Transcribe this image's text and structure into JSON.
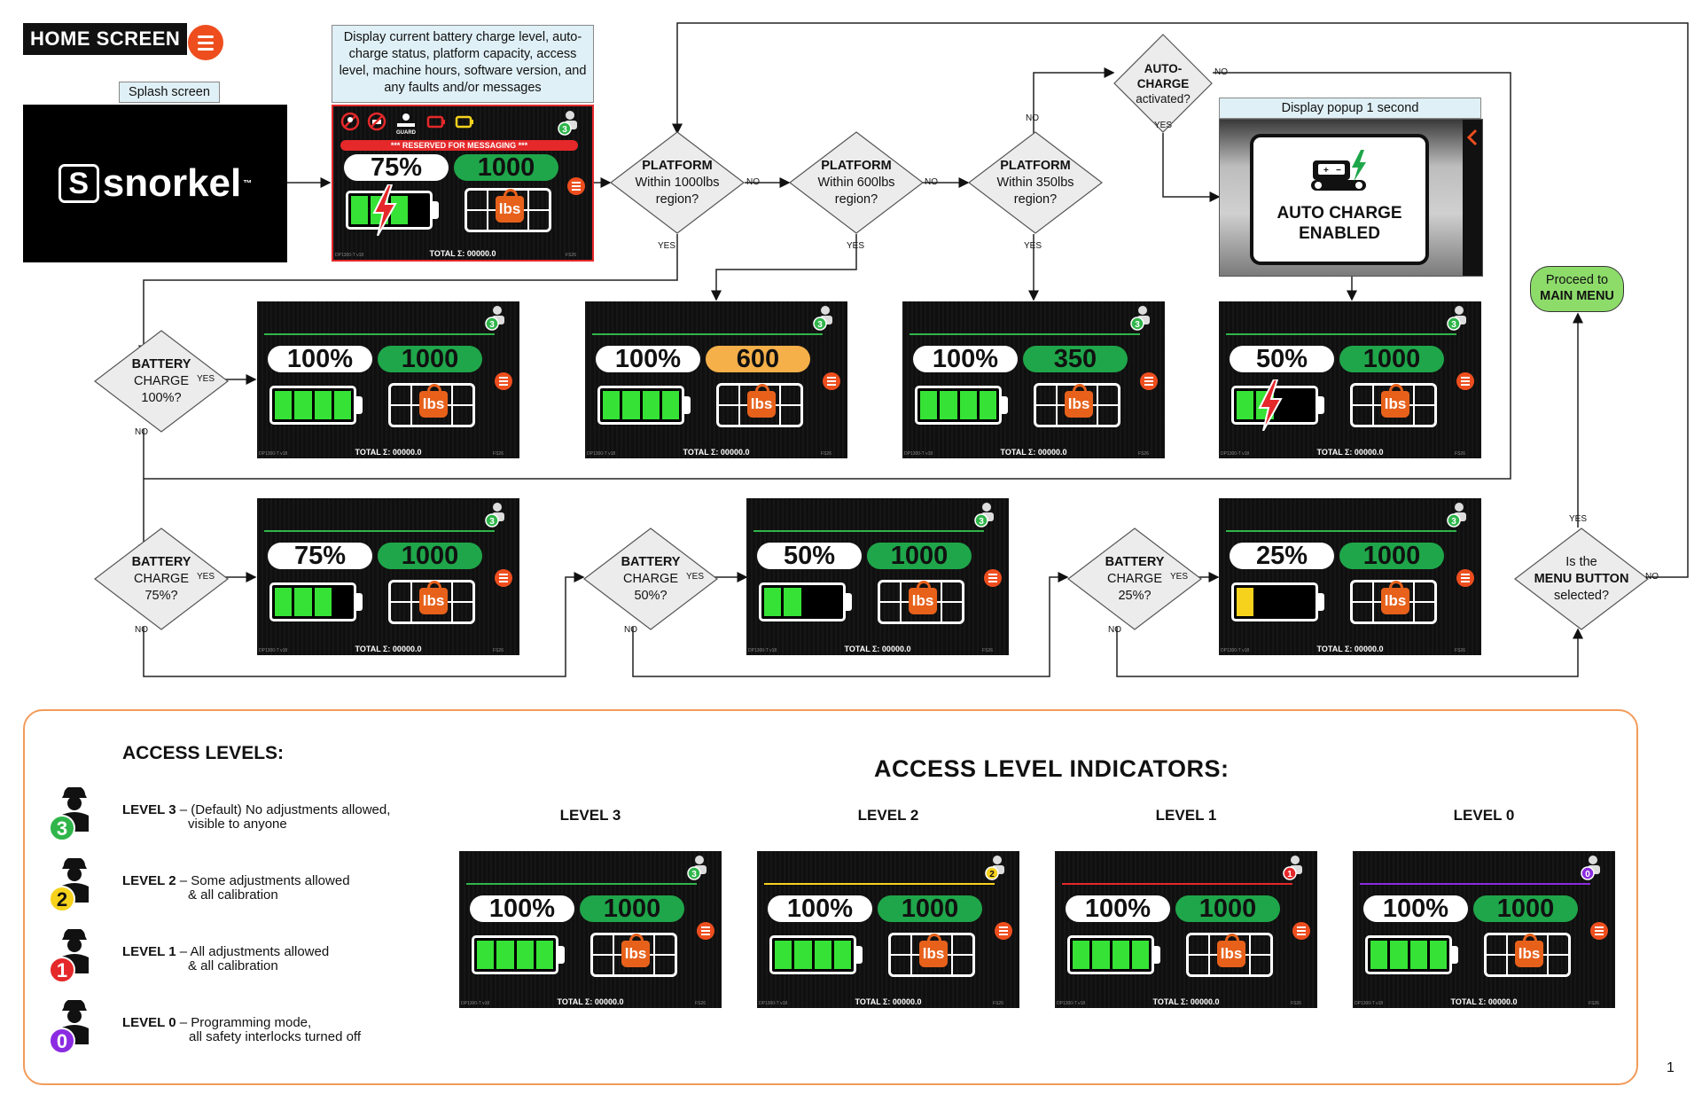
{
  "header": {
    "title": "HOME SCREEN"
  },
  "splash": {
    "label": "Splash screen",
    "logo": "snorkel",
    "logo_tm": "™"
  },
  "display_note": "Display current battery charge level, auto-charge status, platform capacity, access level, machine hours, software version, and any faults and/or messages",
  "home_screen": {
    "messaging": "*** RESERVED FOR MESSAGING ***",
    "battery": "75%",
    "capacity": "1000",
    "guard_label": "SNORKEL GUARD"
  },
  "screen_footer": {
    "total": "TOTAL Σ: 00000.0",
    "version": "DP1300-T v18",
    "code": "FS26",
    "weight_label": "lbs"
  },
  "decisions": {
    "p1000": {
      "line1": "PLATFORM",
      "line2": "Within 1000lbs",
      "line3": "region?"
    },
    "p600": {
      "line1": "PLATFORM",
      "line2": "Within 600lbs",
      "line3": "region?"
    },
    "p350": {
      "line1": "PLATFORM",
      "line2": "Within 350lbs",
      "line3": "region?"
    },
    "autocharge": {
      "line1": "AUTO-",
      "line2": "CHARGE",
      "line3": "activated?"
    },
    "b100": {
      "line1": "BATTERY",
      "line2": "CHARGE",
      "line3": "100%?"
    },
    "b75": {
      "line1": "BATTERY",
      "line2": "CHARGE",
      "line3": "75%?"
    },
    "b50": {
      "line1": "BATTERY",
      "line2": "CHARGE",
      "line3": "50%?"
    },
    "b25": {
      "line1": "BATTERY",
      "line2": "CHARGE",
      "line3": "25%?"
    },
    "menu": {
      "line1": "Is the",
      "line2": "MENU BUTTON",
      "line3": "selected?"
    }
  },
  "edge_labels": {
    "yes": "YES",
    "no": "NO"
  },
  "popup": {
    "label": "Display popup 1 second",
    "line1": "AUTO CHARGE",
    "line2": "ENABLED"
  },
  "proceed": {
    "line1": "Proceed to",
    "line2": "MAIN MENU"
  },
  "screens": {
    "s_100_1000": {
      "pct": "100%",
      "cap": "1000"
    },
    "s_100_600": {
      "pct": "100%",
      "cap": "600"
    },
    "s_100_350": {
      "pct": "100%",
      "cap": "350"
    },
    "s_50_charging": {
      "pct": "50%",
      "cap": "1000"
    },
    "s_75": {
      "pct": "75%",
      "cap": "1000"
    },
    "s_50": {
      "pct": "50%",
      "cap": "1000"
    },
    "s_25": {
      "pct": "25%",
      "cap": "1000"
    }
  },
  "legend": {
    "access_title": "ACCESS LEVELS:",
    "indicators_title": "ACCESS LEVEL INDICATORS:",
    "levels": [
      {
        "num": "3",
        "name": "LEVEL 3",
        "desc1": "(Default) No adjustments allowed,",
        "desc2": "visible to anyone",
        "color": "#2fb54a"
      },
      {
        "num": "2",
        "name": "LEVEL 2",
        "desc1": "Some adjustments allowed",
        "desc2": "& all calibration",
        "color": "#f6d21d"
      },
      {
        "num": "1",
        "name": "LEVEL 1",
        "desc1": "All adjustments allowed",
        "desc2": "& all calibration",
        "color": "#e5282a"
      },
      {
        "num": "0",
        "name": "LEVEL 0",
        "desc1": "Programming mode,",
        "desc2": "all safety interlocks turned off",
        "color": "#8b2be2"
      }
    ],
    "indicator_screen": {
      "pct": "100%",
      "cap": "1000"
    }
  },
  "page_number": "1",
  "colors": {
    "accent_orange": "#ee4e1e",
    "green": "#2fb54a",
    "amber": "#f5b04a",
    "legend_border": "#f29b5a"
  }
}
